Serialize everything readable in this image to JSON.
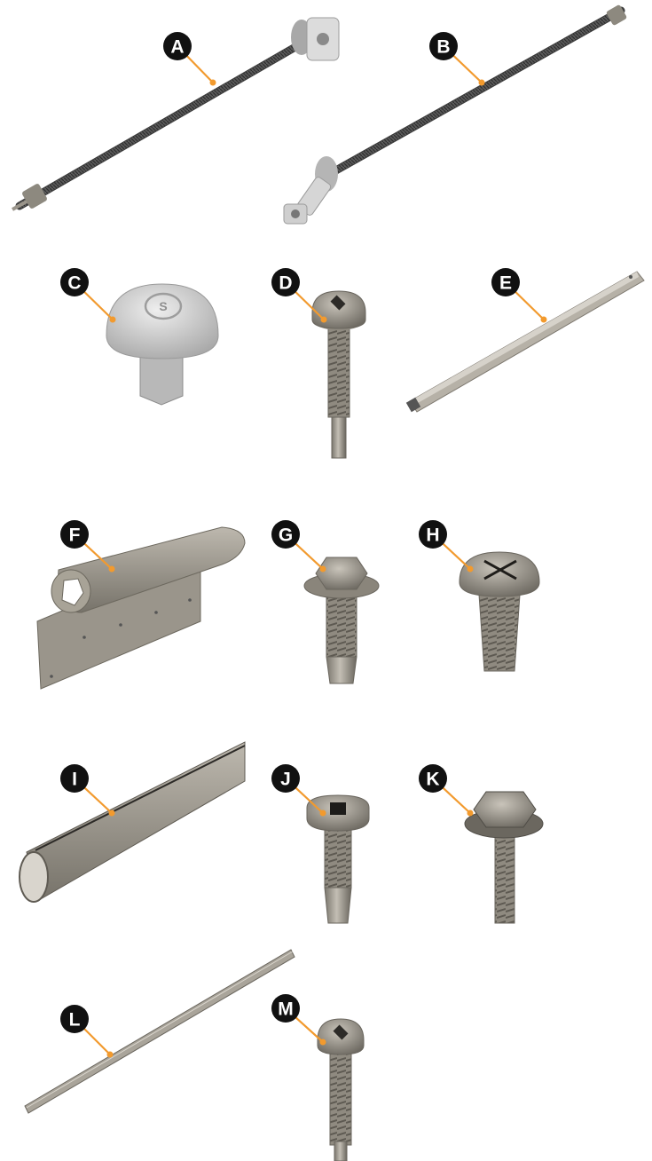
{
  "colors": {
    "leader": "#f29a2e",
    "badge": "#111111",
    "badge_text": "#ffffff",
    "metal_dark": "#6e6a62",
    "metal_mid": "#9a958b",
    "metal_light": "#c9c5bd",
    "plastic": "#cfcfcf",
    "thread": "#4a4a4a"
  },
  "parts": [
    {
      "letter": "A",
      "part": "threaded-rod-with-bracket-top"
    },
    {
      "letter": "B",
      "part": "threaded-rod-with-bracket-bottom"
    },
    {
      "letter": "C",
      "part": "mushroom-end-cap"
    },
    {
      "letter": "D",
      "part": "square-drive-pan-screw"
    },
    {
      "letter": "E",
      "part": "square-shaft"
    },
    {
      "letter": "F",
      "part": "bar-with-flange"
    },
    {
      "letter": "G",
      "part": "hex-washer-head-drill-screw"
    },
    {
      "letter": "H",
      "part": "phillips-truss-screw"
    },
    {
      "letter": "I",
      "part": "slotted-tube"
    },
    {
      "letter": "J",
      "part": "square-drive-drill-screw"
    },
    {
      "letter": "K",
      "part": "hex-washer-head-screw"
    },
    {
      "letter": "L",
      "part": "thin-rail"
    },
    {
      "letter": "M",
      "part": "square-drive-long-screw"
    }
  ]
}
